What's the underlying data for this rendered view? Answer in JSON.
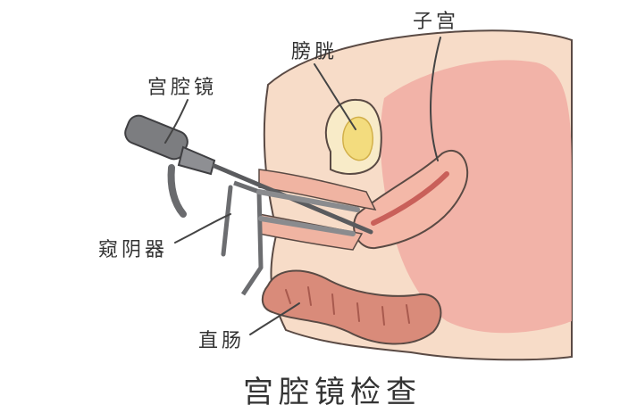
{
  "diagram": {
    "title": "宫腔镜检查",
    "labels": {
      "uterus": "子宫",
      "bladder": "膀胱",
      "hysteroscope": "宫腔镜",
      "speculum": "窥阴器",
      "rectum": "直肠"
    }
  },
  "colors": {
    "background_skin": "#f7dcc8",
    "uterus_tissue": "#f0a9a0",
    "bladder_fill": "#f3dc7e",
    "rectum_fill": "#d98b7a",
    "scope_grey": "#7c7d80",
    "outline": "#5a4a44"
  },
  "icons": {
    "hysteroscope": "hysteroscope-illustration",
    "speculum": "speculum-illustration"
  }
}
